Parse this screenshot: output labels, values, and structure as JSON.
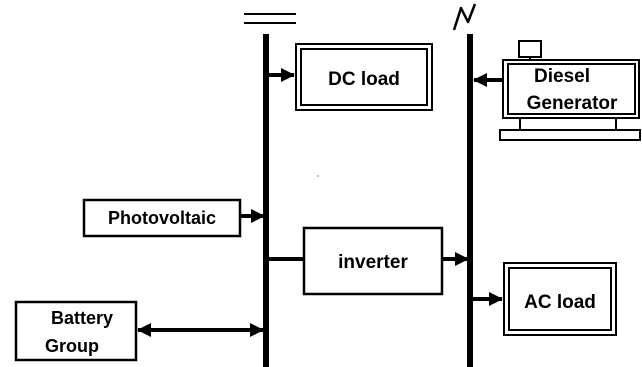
{
  "symbols": {
    "dc": "dc-bus-symbol",
    "ac": "ac-bus-symbol"
  },
  "blocks": {
    "dc_load": "DC load",
    "diesel_line1": "Diesel",
    "diesel_line2": "Generator",
    "photovoltaic": "Photovoltaic",
    "inverter": "inverter",
    "ac_load": "AC load",
    "battery_line1": "Battery",
    "battery_line2": "Group"
  },
  "colors": {
    "line": "#000000",
    "background": "#ffffff"
  }
}
